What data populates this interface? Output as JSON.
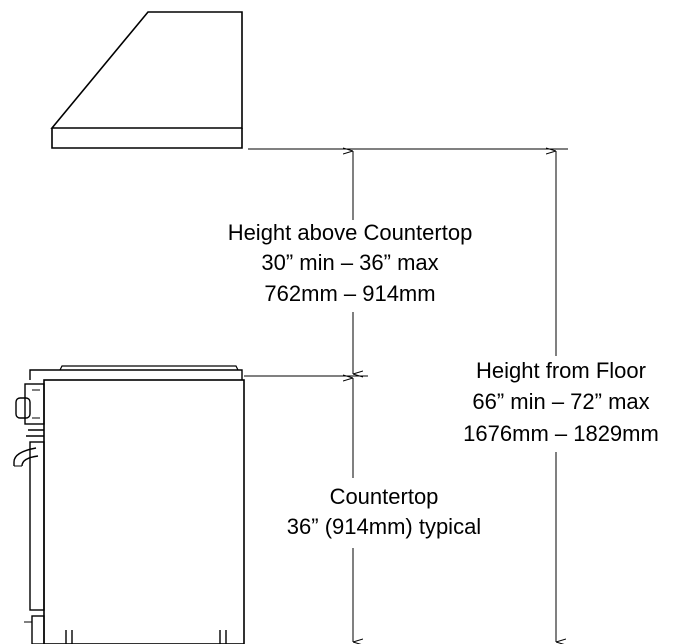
{
  "labels": {
    "above_counter_title": "Height above Countertop",
    "above_counter_imperial": "30” min – 36” max",
    "above_counter_metric": "762mm – 914mm",
    "from_floor_title": "Height from Floor",
    "from_floor_imperial": "66” min – 72” max",
    "from_floor_metric": "1676mm – 1829mm",
    "counter_title": "Countertop",
    "counter_typical": "36” (914mm) typical"
  }
}
